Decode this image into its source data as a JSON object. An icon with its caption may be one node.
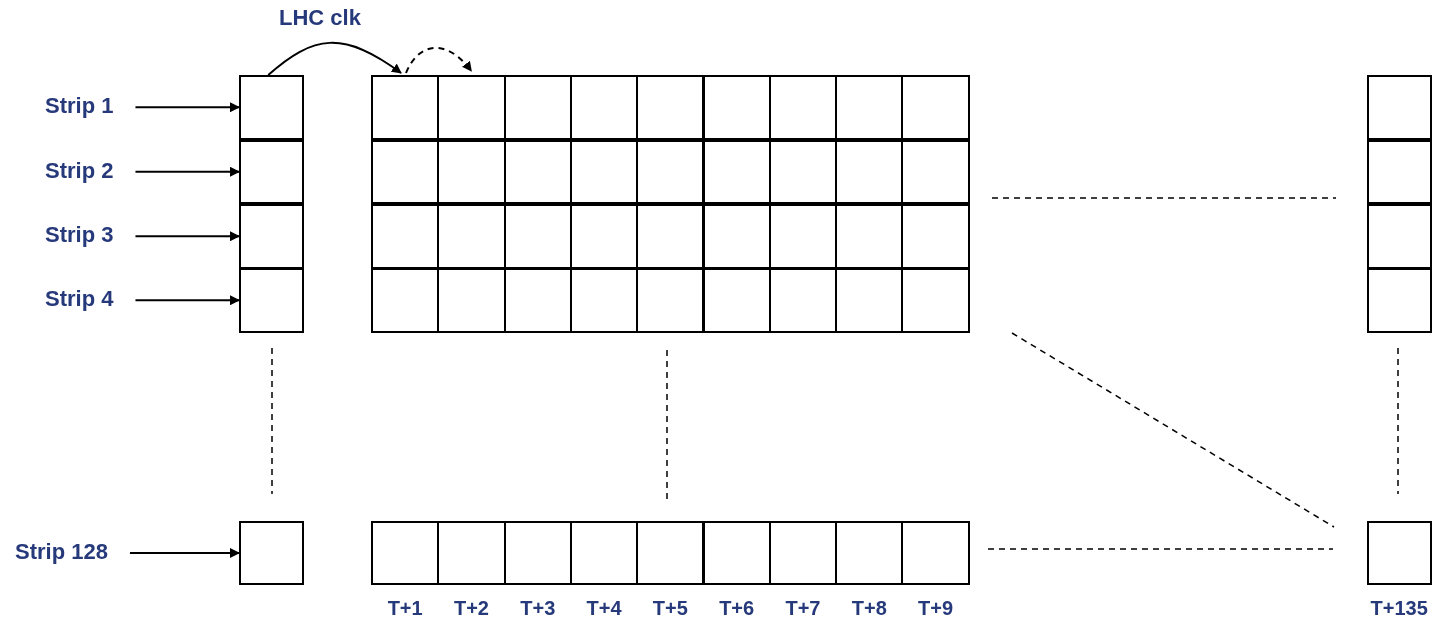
{
  "diagram": {
    "nodes": [
      {
        "text": [
          "Strip 1"
        ]
      },
      {
        "text": [
          "Strip 2"
        ]
      },
      {
        "text": [
          "Strip 3"
        ]
      },
      {
        "text": [
          "Strip 4"
        ]
      },
      {
        "text": [],
        "shape": "box"
      },
      {
        "text": [],
        "shape": "box"
      },
      {
        "text": [],
        "shape": "box"
      },
      {
        "text": [],
        "shape": "box"
      },
      {
        "text": [],
        "shape": "box"
      },
      {
        "text": [],
        "shape": "box"
      },
      {
        "text": [],
        "shape": "box"
      },
      {
        "text": [],
        "shape": "box"
      },
      {
        "text": [],
        "shape": "box"
      },
      {
        "text": [],
        "shape": "box"
      },
      {
        "text": [],
        "shape": "box"
      },
      {
        "text": [],
        "shape": "box"
      },
      {
        "text": [],
        "shape": "box"
      },
      {
        "text": [],
        "shape": "box"
      },
      {
        "text": [],
        "shape": "box"
      },
      {
        "text": [],
        "shape": "box"
      },
      {
        "text": [],
        "shape": "box"
      },
      {
        "text": [],
        "shape": "box"
      },
      {
        "text": [],
        "shape": "box"
      },
      {
        "text": [],
        "shape": "box"
      },
      {
        "text": [],
        "shape": "box"
      },
      {
        "text": [],
        "shape": "box"
      },
      {
        "text": [],
        "shape": "box"
      },
      {
        "text": [],
        "shape": "box"
      },
      {
        "text": [],
        "shape": "box"
      },
      {
        "text": [],
        "shape": "box"
      },
      {
        "text": [],
        "shape": "box"
      },
      {
        "text": [],
        "shape": "box"
      },
      {
        "text": [],
        "shape": "box"
      },
      {
        "text": [],
        "shape": "box"
      },
      {
        "text": [],
        "shape": "box"
      },
      {
        "text": [],
        "shape": "box"
      },
      {
        "text": [],
        "shape": "box"
      },
      {
        "text": [],
        "shape": "box"
      },
      {
        "text": [],
        "shape": "box"
      },
      {
        "text": [],
        "shape": "box"
      },
      {
        "text": [],
        "shape": "box"
      },
      {
        "text": [],
        "shape": "box"
      },
      {
        "text": [],
        "shape": "box"
      },
      {
        "text": [],
        "shape": "box"
      },
      {
        "text": [],
        "shape": "box"
      },
      {
        "text": [],
        "shape": "box"
      },
      {
        "text": [],
        "shape": "box"
      },
      {
        "text": [],
        "shape": "box"
      },
      {
        "text": [
          "Strip 128"
        ]
      },
      {
        "text": [],
        "shape": "box"
      },
      {
        "text": [],
        "shape": "box"
      },
      {
        "text": [],
        "shape": "box"
      },
      {
        "text": [],
        "shape": "box"
      },
      {
        "text": [],
        "shape": "box"
      },
      {
        "text": [],
        "shape": "box"
      },
      {
        "text": [],
        "shape": "box"
      },
      {
        "text": [],
        "shape": "box"
      },
      {
        "text": [],
        "shape": "box"
      },
      {
        "text": [],
        "shape": "box"
      },
      {
        "text": [],
        "shape": "box"
      }
    ],
    "edges": [
      {
        "from": 0,
        "to": 4,
        "arrow": "to"
      },
      {
        "from": 1,
        "to": 5,
        "arrow": "to"
      },
      {
        "from": 2,
        "to": 6,
        "arrow": "to"
      },
      {
        "from": 3,
        "to": 7,
        "arrow": "to"
      },
      {
        "from": 48,
        "to": 49,
        "arrow": "to"
      },
      {
        "from": 4,
        "to": 8,
        "arrow": "to",
        "label": "LHC clk"
      },
      {
        "from": 8,
        "to": 9,
        "arrow": "to",
        "style": "dashed"
      }
    ],
    "labels": [
      "T+1",
      "T+2",
      "T+3",
      "T+4",
      "T+5",
      "T+6",
      "T+7",
      "T+8",
      "T+9",
      "T+135"
    ]
  }
}
